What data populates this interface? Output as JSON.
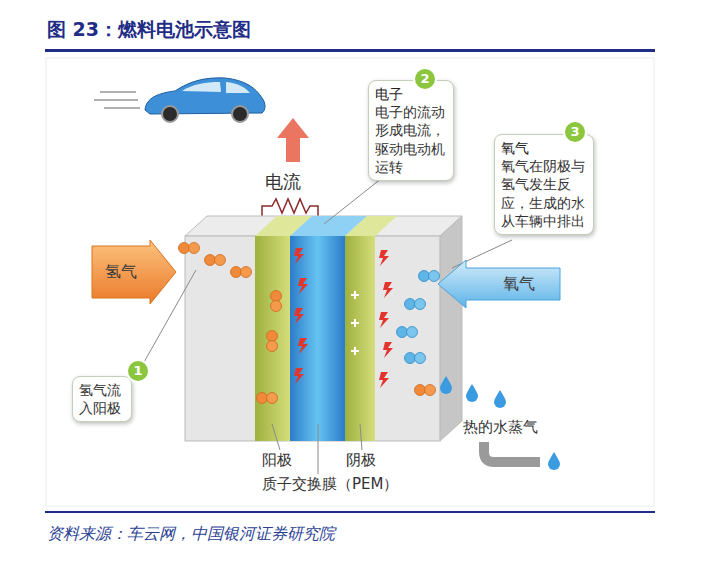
{
  "diagram": {
    "title": "图 23：燃料电池示意图",
    "caption": "资料来源：车云网，中国银河证券研究院",
    "nodes": [
      {
        "text": [
          "电子",
          "电子的流动形成电流，驱动电动机运转"
        ]
      },
      {
        "text": [
          "氧气",
          "氧气在阴极与氢气发生反应，生成的水从车辆中排出"
        ]
      },
      {
        "text": [
          "氢气"
        ]
      },
      {
        "text": [
          "氧气"
        ]
      },
      {
        "text": [
          "氢气流入阳极"
        ]
      }
    ],
    "labels": [
      "电流",
      "2",
      "3",
      "1",
      "热的水蒸气",
      "阳极",
      "阴极",
      "质子交换膜（PEM）"
    ]
  }
}
